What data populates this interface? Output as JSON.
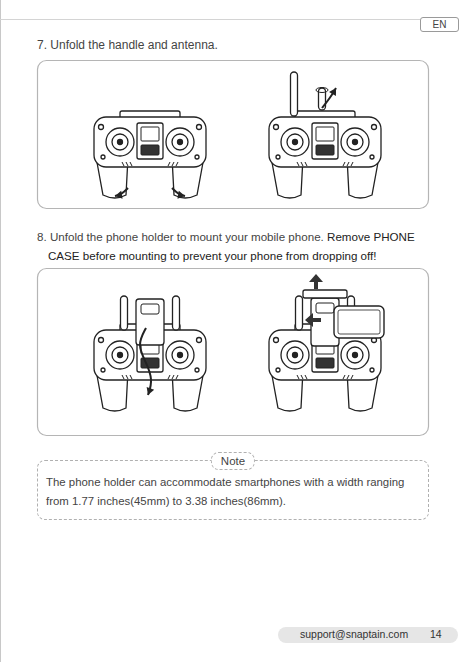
{
  "diagram": {
    "nodes": [
      {
        "text": [
          "EN"
        ]
      },
      {
        "text": [
          "Note",
          "The phone holder can accommodate smartphones with a width ranging from 1.77 inches(45mm) to 3.38 inches(86mm)."
        ]
      }
    ],
    "labels": [
      "7. Unfold the handle and antenna.",
      "8. Unfold the phone holder to mount your mobile phone.",
      "Remove PHONE CASE before mounting to prevent your phone from dropping off!",
      "support@snaptain.com",
      "14"
    ]
  }
}
